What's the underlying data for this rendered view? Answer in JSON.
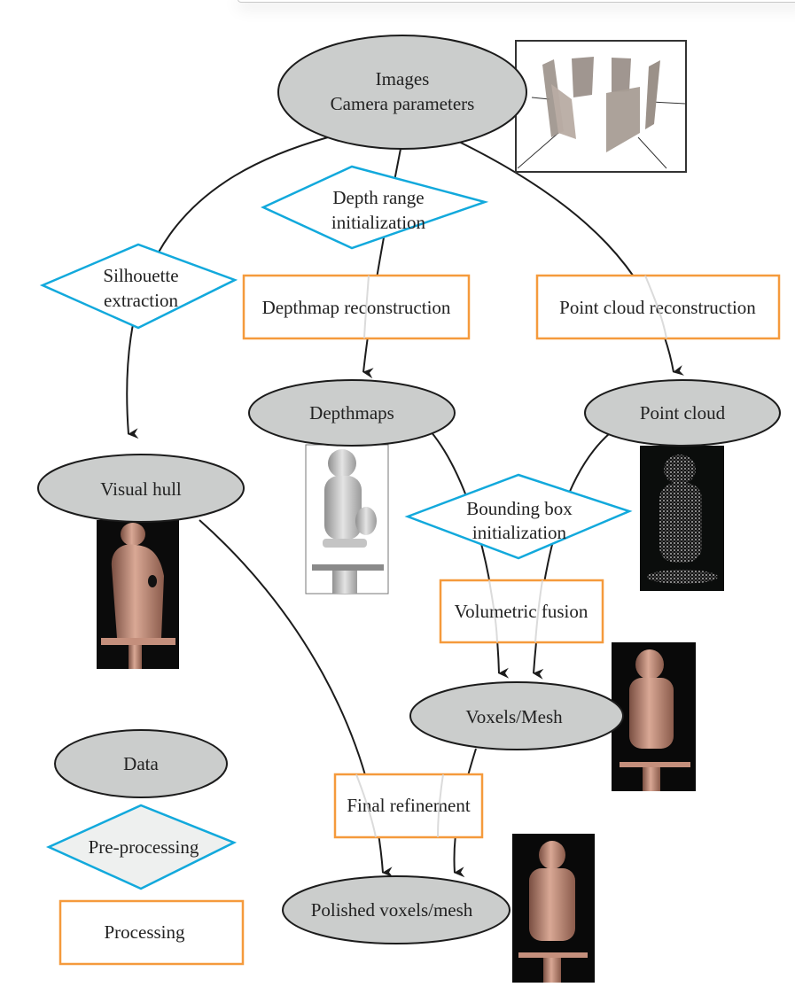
{
  "diagram": {
    "colors": {
      "data_fill": "#cbcdcc",
      "preprocessing_stroke": "#12a9dc",
      "processing_stroke": "#f59a3c",
      "edge": "#1c1c1c"
    },
    "nodes": {
      "images": {
        "type": "data",
        "lines": [
          "Images",
          "Camera parameters"
        ]
      },
      "depth_range": {
        "type": "pre-processing",
        "lines": [
          "Depth range",
          "initialization"
        ]
      },
      "silhouette": {
        "type": "pre-processing",
        "lines": [
          "Silhouette",
          "extraction"
        ]
      },
      "depthmap_recon": {
        "type": "processing",
        "label": "Depthmap reconstruction"
      },
      "pointcloud_recon": {
        "type": "processing",
        "label": "Point cloud reconstruction"
      },
      "depthmaps": {
        "type": "data",
        "label": "Depthmaps"
      },
      "pointcloud": {
        "type": "data",
        "label": "Point cloud"
      },
      "visual_hull": {
        "type": "data",
        "label": "Visual hull"
      },
      "bbox_init": {
        "type": "pre-processing",
        "lines": [
          "Bounding box",
          "initialization"
        ]
      },
      "volumetric_fusion": {
        "type": "processing",
        "label": "Volumetric fusion"
      },
      "voxels_mesh": {
        "type": "data",
        "label": "Voxels/Mesh"
      },
      "final_refinement": {
        "type": "processing",
        "label": "Final refinement"
      },
      "polished": {
        "type": "data",
        "label": "Polished voxels/mesh"
      }
    },
    "edges": [
      {
        "from": "images",
        "to": "visual_hull",
        "via": "silhouette"
      },
      {
        "from": "images",
        "to": "depthmaps",
        "via": "depth_range, depthmap_recon"
      },
      {
        "from": "images",
        "to": "pointcloud",
        "via": "pointcloud_recon"
      },
      {
        "from": "depthmaps",
        "to": "voxels_mesh",
        "via": "bbox_init, volumetric_fusion"
      },
      {
        "from": "pointcloud",
        "to": "voxels_mesh",
        "via": "bbox_init, volumetric_fusion"
      },
      {
        "from": "visual_hull",
        "to": "polished",
        "via": "final_refinement"
      },
      {
        "from": "voxels_mesh",
        "to": "polished",
        "via": "final_refinement"
      }
    ],
    "thumbnails": {
      "cameras": "camera-setup-image",
      "depthmaps": "depthmap-statue-image",
      "pointcloud": "pointcloud-statue-image",
      "visual_hull": "visual-hull-statue-image",
      "voxels_mesh": "mesh-statue-image",
      "polished": "polished-mesh-statue-image"
    },
    "legend": {
      "data": "Data",
      "preprocessing": "Pre-processing",
      "processing": "Processing"
    }
  }
}
